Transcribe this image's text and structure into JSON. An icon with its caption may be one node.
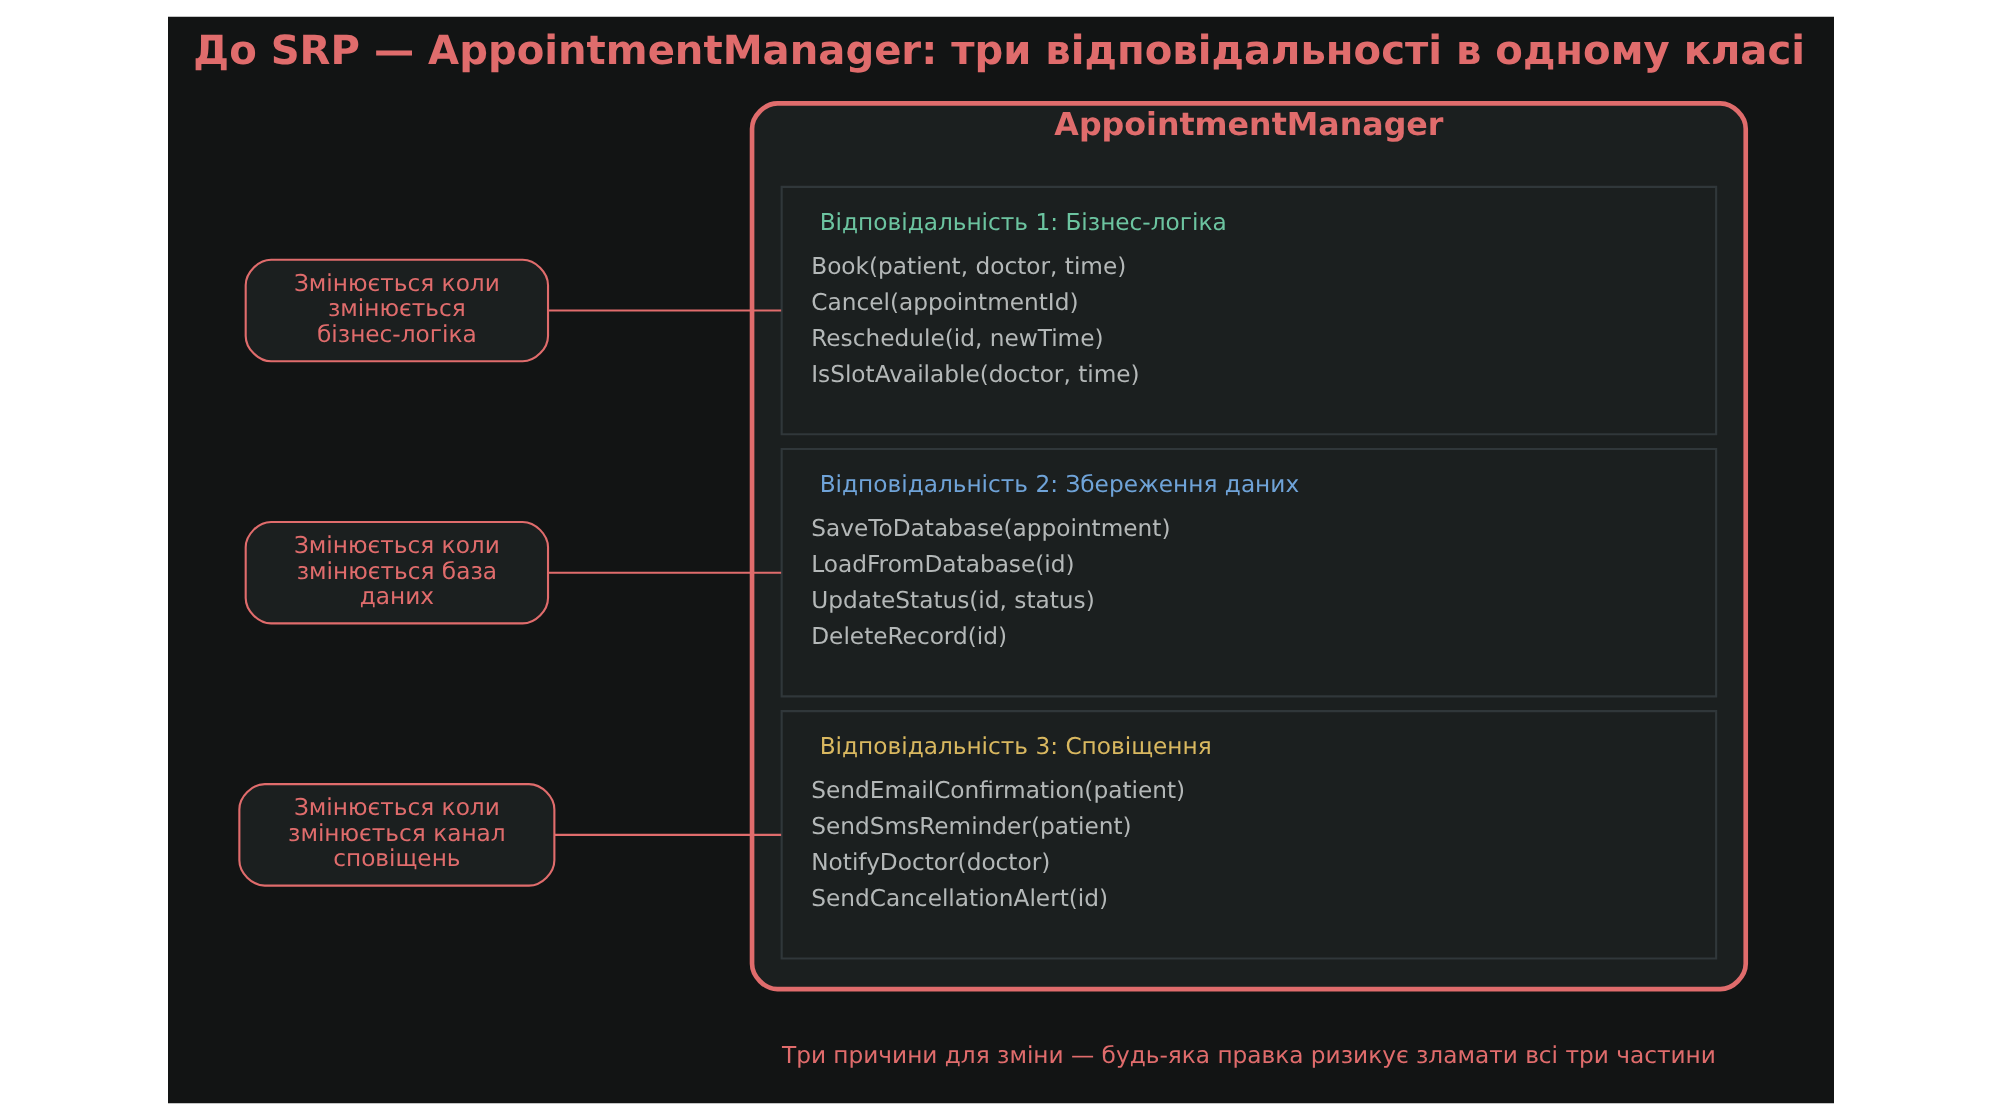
{
  "diagram": {
    "title": "До SRP — AppointmentManager: три відповідальності в одному класі",
    "caption": "Три причини для зміни — будь-яка правка ризикує зламати всі три частини",
    "nodes": [
      {
        "text": [
          "AppointmentManager"
        ]
      },
      {
        "text": [
          "Відповідальність 1: Бізнес-логіка",
          "Book(patient, doctor, time)",
          "Cancel(appointmentId)",
          "Reschedule(id, newTime)",
          "IsSlotAvailable(doctor, time)"
        ],
        "in": 0
      },
      {
        "text": [
          "Відповідальність 2: Збереження даних",
          "SaveToDatabase(appointment)",
          "LoadFromDatabase(id)",
          "UpdateStatus(id, status)",
          "DeleteRecord(id)"
        ],
        "in": 0
      },
      {
        "text": [
          "Відповідальність 3: Сповіщення",
          "SendEmailConfirmation(patient)",
          "SendSmsReminder(patient)",
          "NotifyDoctor(doctor)",
          "SendCancellationAlert(id)"
        ],
        "in": 0
      },
      {
        "text": [
          "Змінюється коли змінюється бізнес-логіка"
        ]
      },
      {
        "text": [
          "Змінюється коли змінюється база даних"
        ]
      },
      {
        "text": [
          "Змінюється коли змінюється канал сповіщень"
        ]
      }
    ],
    "edges": [
      {
        "from": 4,
        "to": 1,
        "arrow": "none"
      },
      {
        "from": 5,
        "to": 2,
        "arrow": "none"
      },
      {
        "from": 6,
        "to": 3,
        "arrow": "none"
      }
    ]
  }
}
